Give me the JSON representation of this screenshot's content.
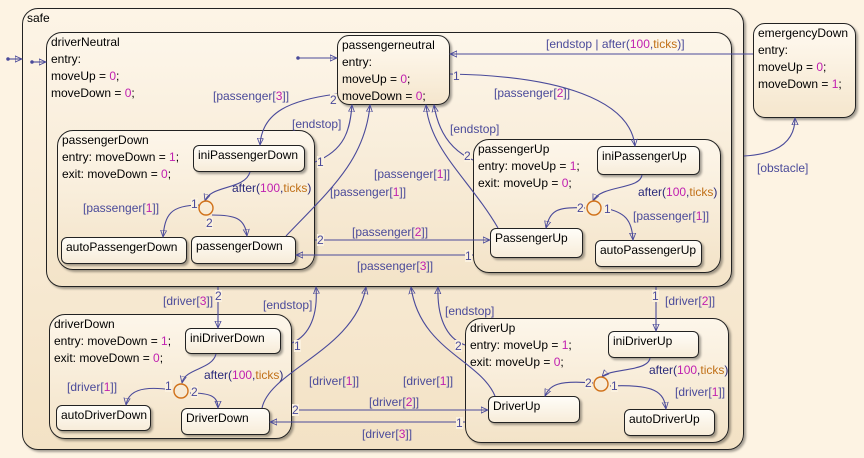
{
  "colors": {
    "transition": "#4a4a9a",
    "number": "#c020b0",
    "keyword": "#c07018",
    "junction": "#d07018"
  },
  "states": {
    "safe": {
      "name": "safe"
    },
    "driverNeutral": {
      "name": "driverNeutral",
      "entry": "entry:",
      "a1": "moveUp = ",
      "v1": "0",
      "a2": "moveDown = ",
      "v2": "0",
      "semi": ";"
    },
    "passengerneutral": {
      "name": "passengerneutral",
      "entry": "entry:",
      "a1": "moveUp = ",
      "v1": "0",
      "a2": "moveDown = ",
      "v2": "0",
      "semi": ";"
    },
    "emergencyDown": {
      "name": "emergencyDown",
      "entry": "entry:",
      "a1": "moveUp = ",
      "v1": "0",
      "a2": "moveDown = ",
      "v2": "1",
      "semi": ";"
    },
    "passengerDown": {
      "name": "passengerDown",
      "l1": "entry: moveDown = ",
      "v1": "1",
      "l2": "exit: moveDown = ",
      "v2": "0",
      "semi": ";",
      "children": [
        "iniPassengerDown",
        "autoPassengerDown",
        "passengerDown"
      ]
    },
    "passengerUp": {
      "name": "passengerUp",
      "l1": "entry: moveUp = ",
      "v1": "1",
      "l2": "exit: moveUp = ",
      "v2": "0",
      "semi": ";",
      "children": [
        "iniPassengerUp",
        "PassengerUp",
        "autoPassengerUp"
      ]
    },
    "driverDown": {
      "name": "driverDown",
      "l1": "entry: moveDown = ",
      "v1": "1",
      "l2": "exit: moveDown = ",
      "v2": "0",
      "semi": ";",
      "children": [
        "iniDriverDown",
        "autoDriverDown",
        "DriverDown"
      ]
    },
    "driverUp": {
      "name": "driverUp",
      "l1": "entry: moveUp = ",
      "v1": "1",
      "l2": "exit: moveUp = ",
      "v2": "0",
      "semi": ";",
      "children": [
        "iniDriverUp",
        "DriverUp",
        "autoDriverUp"
      ]
    }
  },
  "labels": {
    "endstop_after_pre": "[endstop | after(",
    "n100": "100",
    "comma": ",",
    "ticks": "ticks",
    "close_bracket": ")]",
    "after_pre": "after(",
    "after_post": ")",
    "obstacle": "[obstacle]",
    "endstop": "[endstop]",
    "passenger_pre": "[passenger[",
    "driver_pre": "[driver[",
    "idx_close": "]]",
    "i1": "1",
    "i2": "2",
    "i3": "3"
  },
  "priorities": {
    "one": "1",
    "two": "2"
  }
}
